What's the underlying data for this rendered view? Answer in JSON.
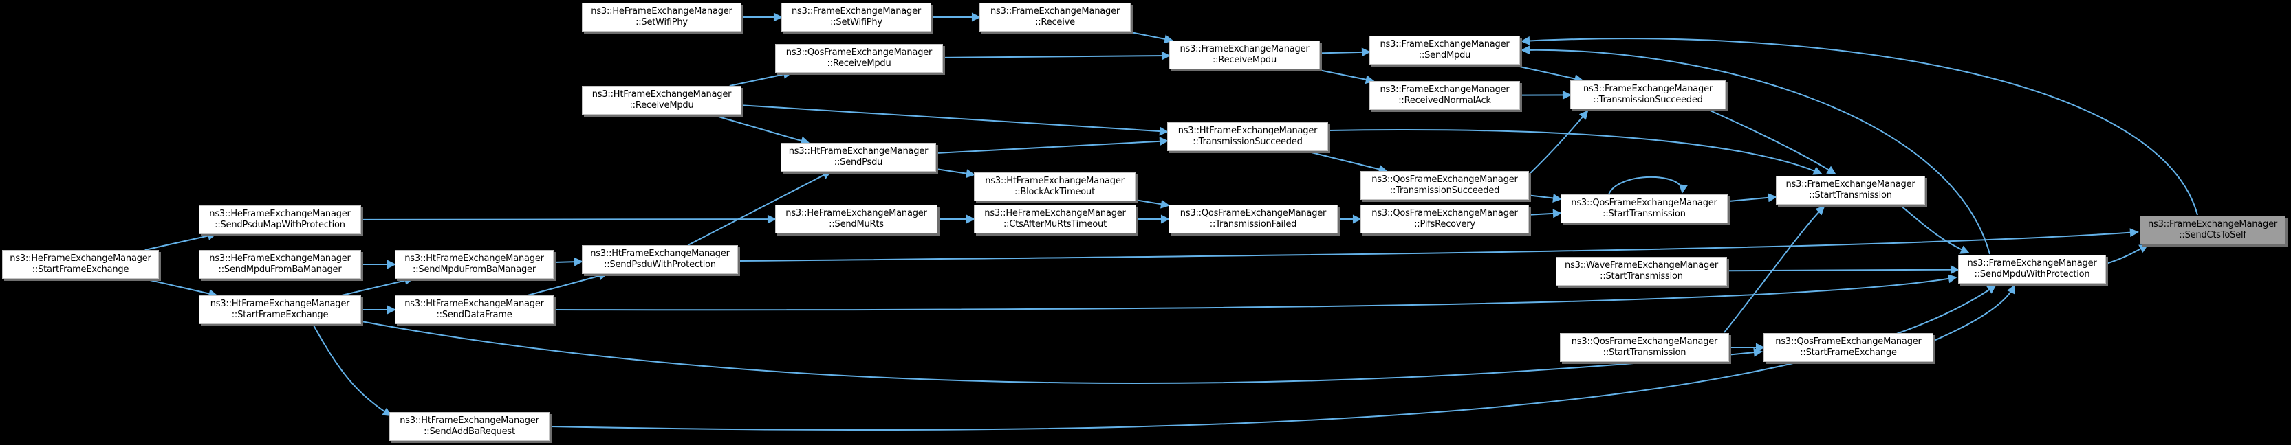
{
  "diagram": {
    "type": "call-graph",
    "target_function": "ns3::FrameExchangeManager::SendCtsToSelf",
    "colors": {
      "background": "#000000",
      "node_fill": "#ffffff",
      "node_border": "#c4c4c4",
      "node_shadow": "#6e6e6e",
      "edge": "#63b1e8",
      "text": "#000000",
      "highlight_fill": "#9c9c9c"
    },
    "nodes": [
      {
        "id": "heStartFrameExchange",
        "line1": "ns3::HeFrameExchangeManager",
        "line2": "::StartFrameExchange",
        "highlighted": false
      },
      {
        "id": "heSendPsduMapWithProtection",
        "line1": "ns3::HeFrameExchangeManager",
        "line2": "::SendPsduMapWithProtection",
        "highlighted": false
      },
      {
        "id": "heSendMpduFromBaManager",
        "line1": "ns3::HeFrameExchangeManager",
        "line2": "::SendMpduFromBaManager",
        "highlighted": false
      },
      {
        "id": "htStartFrameExchange",
        "line1": "ns3::HtFrameExchangeManager",
        "line2": "::StartFrameExchange",
        "highlighted": false
      },
      {
        "id": "htSendMpduFromBaManager",
        "line1": "ns3::HtFrameExchangeManager",
        "line2": "::SendMpduFromBaManager",
        "highlighted": false
      },
      {
        "id": "htSendDataFrame",
        "line1": "ns3::HtFrameExchangeManager",
        "line2": "::SendDataFrame",
        "highlighted": false
      },
      {
        "id": "htSendAddBaRequest",
        "line1": "ns3::HtFrameExchangeManager",
        "line2": "::SendAddBaRequest",
        "highlighted": false
      },
      {
        "id": "heSetWifiPhy",
        "line1": "ns3::HeFrameExchangeManager",
        "line2": "::SetWifiPhy",
        "highlighted": false
      },
      {
        "id": "htReceiveMpdu",
        "line1": "ns3::HtFrameExchangeManager",
        "line2": "::ReceiveMpdu",
        "highlighted": false
      },
      {
        "id": "htSendPsduWithProtection",
        "line1": "ns3::HtFrameExchangeManager",
        "line2": "::SendPsduWithProtection",
        "highlighted": false
      },
      {
        "id": "femSetWifiPhy",
        "line1": "ns3::FrameExchangeManager",
        "line2": "::SetWifiPhy",
        "highlighted": false
      },
      {
        "id": "qosReceiveMpdu",
        "line1": "ns3::QosFrameExchangeManager",
        "line2": "::ReceiveMpdu",
        "highlighted": false
      },
      {
        "id": "htSendPsdu",
        "line1": "ns3::HtFrameExchangeManager",
        "line2": "::SendPsdu",
        "highlighted": false
      },
      {
        "id": "heSendMuRts",
        "line1": "ns3::HeFrameExchangeManager",
        "line2": "::SendMuRts",
        "highlighted": false
      },
      {
        "id": "femReceive",
        "line1": "ns3::FrameExchangeManager",
        "line2": "::Receive",
        "highlighted": false
      },
      {
        "id": "htBlockAckTimeout",
        "line1": "ns3::HtFrameExchangeManager",
        "line2": "::BlockAckTimeout",
        "highlighted": false
      },
      {
        "id": "heCtsAfterMuRtsTimeout",
        "line1": "ns3::HeFrameExchangeManager",
        "line2": "::CtsAfterMuRtsTimeout",
        "highlighted": false
      },
      {
        "id": "femReceiveMpdu",
        "line1": "ns3::FrameExchangeManager",
        "line2": "::ReceiveMpdu",
        "highlighted": false
      },
      {
        "id": "htTransmissionSucceeded",
        "line1": "ns3::HtFrameExchangeManager",
        "line2": "::TransmissionSucceeded",
        "highlighted": false
      },
      {
        "id": "qosTransmissionFailed",
        "line1": "ns3::QosFrameExchangeManager",
        "line2": "::TransmissionFailed",
        "highlighted": false
      },
      {
        "id": "femSendMpdu",
        "line1": "ns3::FrameExchangeManager",
        "line2": "::SendMpdu",
        "highlighted": false
      },
      {
        "id": "femReceivedNormalAck",
        "line1": "ns3::FrameExchangeManager",
        "line2": "::ReceivedNormalAck",
        "highlighted": false
      },
      {
        "id": "qosTransmissionSucceeded",
        "line1": "ns3::QosFrameExchangeManager",
        "line2": "::TransmissionSucceeded",
        "highlighted": false
      },
      {
        "id": "qosPifsRecovery",
        "line1": "ns3::QosFrameExchangeManager",
        "line2": "::PifsRecovery",
        "highlighted": false
      },
      {
        "id": "waveStartTransmission",
        "line1": "ns3::WaveFrameExchangeManager",
        "line2": "::StartTransmission",
        "highlighted": false
      },
      {
        "id": "femTransmissionSucceeded",
        "line1": "ns3::FrameExchangeManager",
        "line2": "::TransmissionSucceeded",
        "highlighted": false
      },
      {
        "id": "qosStartTransmission",
        "line1": "ns3::QosFrameExchangeManager",
        "line2": "::StartTransmission",
        "highlighted": false
      },
      {
        "id": "qosStartTransmission2",
        "line1": "ns3::QosFrameExchangeManager",
        "line2": "::StartTransmission",
        "highlighted": false
      },
      {
        "id": "femStartTransmission",
        "line1": "ns3::FrameExchangeManager",
        "line2": "::StartTransmission",
        "highlighted": false
      },
      {
        "id": "qosStartFrameExchange",
        "line1": "ns3::QosFrameExchangeManager",
        "line2": "::StartFrameExchange",
        "highlighted": false
      },
      {
        "id": "femSendMpduWithProtection",
        "line1": "ns3::FrameExchangeManager",
        "line2": "::SendMpduWithProtection",
        "highlighted": false
      },
      {
        "id": "femSendCtsToSelf",
        "line1": "ns3::FrameExchangeManager",
        "line2": "::SendCtsToSelf",
        "highlighted": true
      }
    ],
    "edges": [
      {
        "from": "heSetWifiPhy",
        "to": "femSetWifiPhy"
      },
      {
        "from": "femSetWifiPhy",
        "to": "femReceive"
      },
      {
        "from": "femReceive",
        "to": "femReceiveMpdu"
      },
      {
        "from": "qosReceiveMpdu",
        "to": "femReceiveMpdu"
      },
      {
        "from": "htReceiveMpdu",
        "to": "qosReceiveMpdu"
      },
      {
        "from": "htReceiveMpdu",
        "to": "htSendPsdu"
      },
      {
        "from": "htReceiveMpdu",
        "to": "htTransmissionSucceeded"
      },
      {
        "from": "htSendPsdu",
        "to": "htTransmissionSucceeded"
      },
      {
        "from": "htSendPsdu",
        "to": "htBlockAckTimeout"
      },
      {
        "from": "femReceiveMpdu",
        "to": "femSendMpdu"
      },
      {
        "from": "femReceiveMpdu",
        "to": "femReceivedNormalAck"
      },
      {
        "from": "femSendMpdu",
        "to": "femTransmissionSucceeded"
      },
      {
        "from": "femReceivedNormalAck",
        "to": "femTransmissionSucceeded"
      },
      {
        "from": "htBlockAckTimeout",
        "to": "qosTransmissionFailed"
      },
      {
        "from": "heSendMuRts",
        "to": "heCtsAfterMuRtsTimeout"
      },
      {
        "from": "heCtsAfterMuRtsTimeout",
        "to": "qosTransmissionFailed"
      },
      {
        "from": "qosTransmissionFailed",
        "to": "qosPifsRecovery"
      },
      {
        "from": "htTransmissionSucceeded",
        "to": "qosTransmissionSucceeded"
      },
      {
        "from": "htTransmissionSucceeded",
        "to": "femStartTransmission"
      },
      {
        "from": "qosTransmissionSucceeded",
        "to": "qosStartTransmission"
      },
      {
        "from": "qosTransmissionSucceeded",
        "to": "femTransmissionSucceeded"
      },
      {
        "from": "qosPifsRecovery",
        "to": "qosStartTransmission"
      },
      {
        "from": "qosStartTransmission",
        "to": "qosStartTransmission"
      },
      {
        "from": "qosStartTransmission",
        "to": "femStartTransmission"
      },
      {
        "from": "femTransmissionSucceeded",
        "to": "femStartTransmission"
      },
      {
        "from": "femStartTransmission",
        "to": "femSendMpduWithProtection"
      },
      {
        "from": "femSendMpduWithProtection",
        "to": "femSendCtsToSelf"
      },
      {
        "from": "femSendMpduWithProtection",
        "to": "femSendMpdu"
      },
      {
        "from": "femSendCtsToSelf",
        "to": "femSendMpdu"
      },
      {
        "from": "heStartFrameExchange",
        "to": "heSendPsduMapWithProtection"
      },
      {
        "from": "heStartFrameExchange",
        "to": "htStartFrameExchange"
      },
      {
        "from": "heSendMpduFromBaManager",
        "to": "htSendMpduFromBaManager"
      },
      {
        "from": "htStartFrameExchange",
        "to": "htSendMpduFromBaManager"
      },
      {
        "from": "htStartFrameExchange",
        "to": "htSendDataFrame"
      },
      {
        "from": "htStartFrameExchange",
        "to": "htSendAddBaRequest"
      },
      {
        "from": "htStartFrameExchange",
        "to": "qosStartFrameExchange"
      },
      {
        "from": "htSendMpduFromBaManager",
        "to": "htSendPsduWithProtection"
      },
      {
        "from": "htSendDataFrame",
        "to": "htSendPsduWithProtection"
      },
      {
        "from": "htSendPsduWithProtection",
        "to": "htSendPsdu"
      },
      {
        "from": "heSendPsduMapWithProtection",
        "to": "heSendMuRts"
      },
      {
        "from": "htSendPsduWithProtection",
        "to": "femSendCtsToSelf"
      },
      {
        "from": "htSendDataFrame",
        "to": "femSendMpduWithProtection"
      },
      {
        "from": "waveStartTransmission",
        "to": "femSendMpduWithProtection"
      },
      {
        "from": "qosStartFrameExchange",
        "to": "femSendMpduWithProtection"
      },
      {
        "from": "htSendAddBaRequest",
        "to": "femSendMpduWithProtection"
      },
      {
        "from": "qosStartTransmission2",
        "to": "qosStartFrameExchange"
      },
      {
        "from": "qosStartTransmission2",
        "to": "femStartTransmission"
      }
    ]
  }
}
